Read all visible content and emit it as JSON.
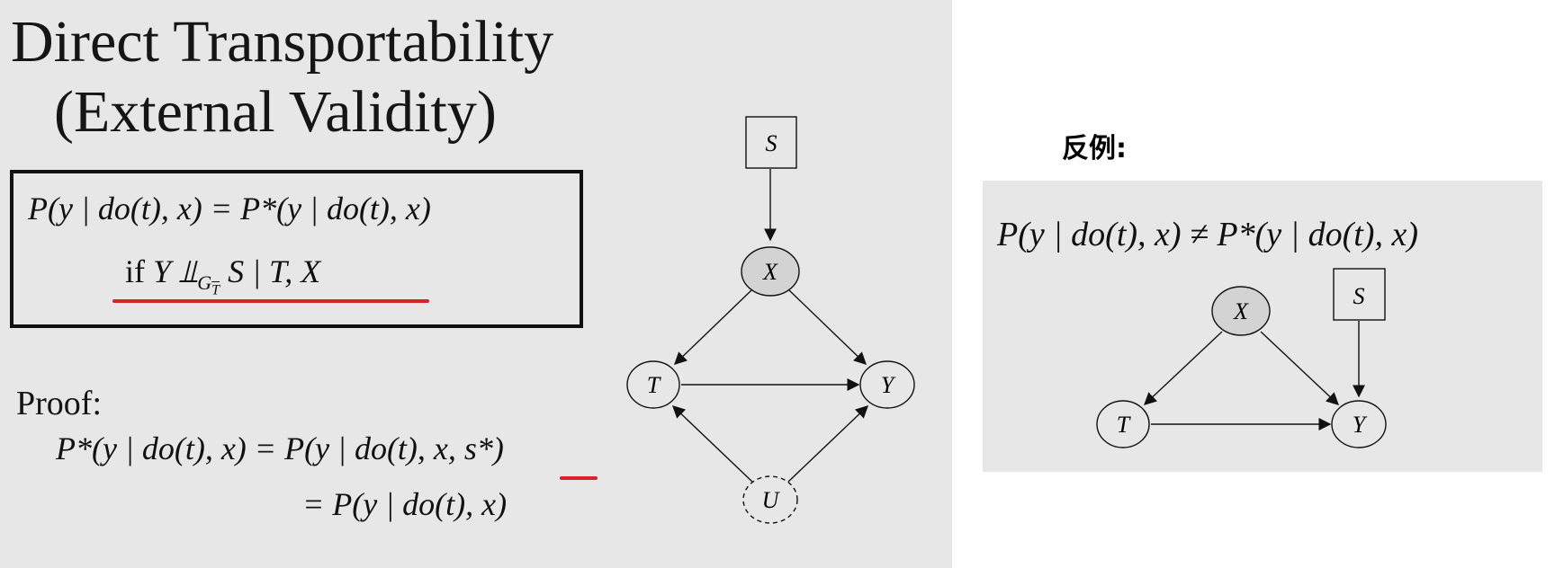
{
  "slide": {
    "title_line1": "Direct Transportability",
    "title_line2": "(External Validity)",
    "condition": {
      "main_formula": "P(y | do(t), x) = P*(y | do(t), x)",
      "if_word": "if",
      "independence": "Y ⫫",
      "subscript": "G",
      "subscript_sub": "T",
      "rest": "S | T, X"
    },
    "proof": {
      "label": "Proof:",
      "line1_left": "P*(y | do(t), x) = P(y | do(t), x,",
      "line1_s": "s*",
      "line1_close": ")",
      "line2": "= P(y | do(t), x)"
    },
    "graph_nodes": [
      "S",
      "X",
      "T",
      "Y",
      "U"
    ]
  },
  "counterexample": {
    "heading": "反例:",
    "formula": "P(y | do(t), x) ≠ P*(y | do(t), x)",
    "graph_nodes": [
      "X",
      "S",
      "T",
      "Y"
    ]
  },
  "colors": {
    "panel_bg": "#e7e7e7",
    "observed_node_fill": "#d3d3d3",
    "highlight_red": "#d8232a"
  }
}
